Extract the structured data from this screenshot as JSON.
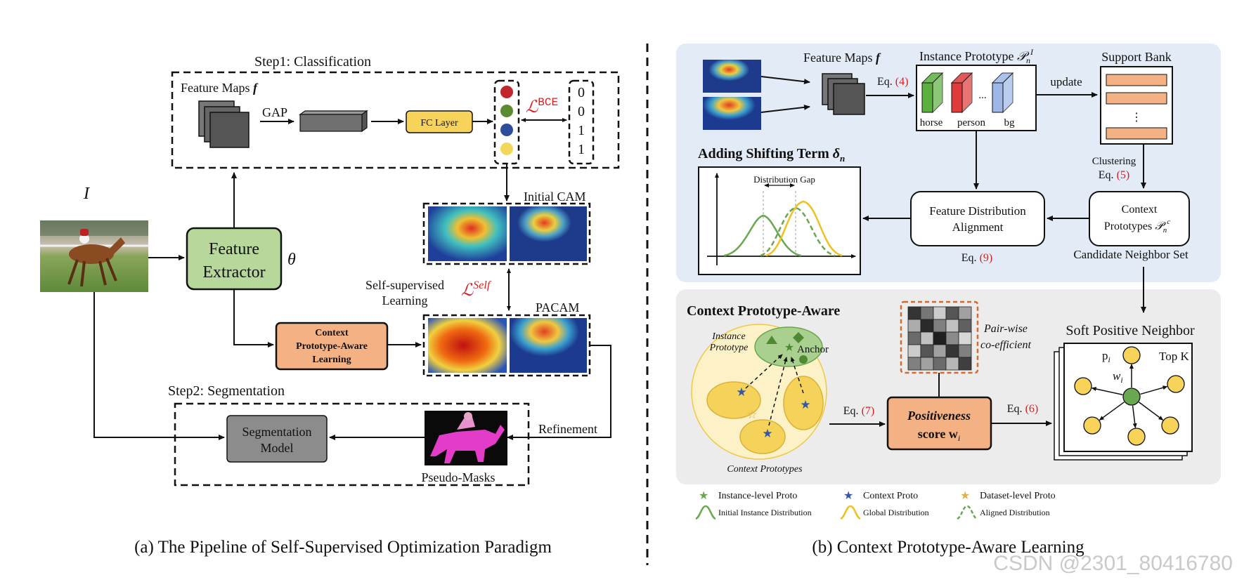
{
  "left": {
    "step1_title": "Step1: Classification",
    "feature_maps": "Feature Maps",
    "feature_maps_symbol": "f",
    "gap": "GAP",
    "fc_layer": "FC Layer",
    "bce_loss": "ℒ",
    "bce_sup": "BCE",
    "labels": [
      "0",
      "0",
      "1",
      "1"
    ],
    "input_symbol": "I",
    "extractor_line1": "Feature",
    "extractor_line2": "Extractor",
    "theta": "θ",
    "initial_cam": "Initial  CAM",
    "self_sup_line1": "Self-supervised",
    "self_sup_line2": "Learning",
    "self_loss": "ℒ",
    "self_sup": "Self",
    "pacam": "PACAM",
    "cpal_line1": "Context",
    "cpal_line2": "Prototype-Aware",
    "cpal_line3": "Learning",
    "step2_title": "Step2: Segmentation",
    "seg_line1": "Segmentation",
    "seg_line2": "Model",
    "refinement": "Refinement",
    "pseudo_masks": "Pseudo-Masks",
    "caption": "(a) The Pipeline of Self-Supervised Optimization Paradigm",
    "class_colors": [
      "#c0272d",
      "#5c8a2e",
      "#2e4d9c",
      "#f2d75a"
    ]
  },
  "right": {
    "feature_maps": "Feature Maps",
    "feature_maps_symbol": "f",
    "eq4": "Eq.",
    "eq4_num": "(4)",
    "instance_proto": "Instance Prototype",
    "instance_proto_sym": "𝒫",
    "proto_labels": [
      "horse",
      "person",
      "...",
      "bg"
    ],
    "update": "update",
    "support_bank": "Support Bank",
    "clustering": "Clustering",
    "eq5": "Eq.",
    "eq5_num": "(5)",
    "shifting_term": "Adding Shifting Term",
    "delta": "δ",
    "distribution_gap": "Distribution Gap",
    "fda_line1": "Feature Distribution",
    "fda_line2": "Alignment",
    "eq9": "Eq.",
    "eq9_num": "(9)",
    "ctx_proto_line1": "Context",
    "ctx_proto_line2": "Prototypes",
    "candidate_set": "Candidate  Neighbor Set",
    "cpa_title": "Context Prototype-Aware",
    "instance_prototype_label1": "Instance",
    "instance_prototype_label2": "Prototype",
    "anchor": "Anchor",
    "context_prototypes": "Context Prototypes",
    "pairwise1": "Pair-wise",
    "pairwise2": "co-efficient",
    "eq7": "Eq.",
    "eq7_num": "(7)",
    "positiveness_line1": "Positiveness",
    "positiveness_line2": "score w",
    "positiveness_sub": "i",
    "eq6": "Eq.",
    "eq6_num": "(6)",
    "soft_neighbor": "Soft Positive Neighbor",
    "p_i": "p",
    "w_i": "w",
    "top_k": "Top K",
    "legend": [
      {
        "label": "Instance-level Proto",
        "color": "#6aa84f",
        "icon": "star-icon"
      },
      {
        "label": "Context Proto",
        "color": "#3558a6",
        "icon": "star-icon"
      },
      {
        "label": "Dataset-level Proto",
        "color": "#e0b050",
        "icon": "star-icon"
      },
      {
        "label": "Initial Instance Distribution",
        "color": "#6aa84f",
        "icon": "curve-icon"
      },
      {
        "label": "Global Distribution",
        "color": "#f0c020",
        "icon": "curve-icon"
      },
      {
        "label": "Aligned Distribution",
        "color": "#6aa84f",
        "icon": "dashed-curve-icon"
      }
    ],
    "caption": "(b) Context Prototype-Aware Learning",
    "proto_colors": [
      "#5cb040",
      "#e03a3a",
      "#9db8e8"
    ],
    "heat_grid": [
      [
        0.85,
        0.55,
        0.15,
        0.7,
        0.35
      ],
      [
        0.3,
        0.9,
        0.5,
        0.2,
        0.65
      ],
      [
        0.6,
        0.2,
        0.95,
        0.45,
        0.1
      ],
      [
        0.15,
        0.7,
        0.35,
        0.85,
        0.5
      ],
      [
        0.5,
        0.35,
        0.6,
        0.25,
        0.8
      ]
    ]
  },
  "watermark": "CSDN @2301_80416780"
}
